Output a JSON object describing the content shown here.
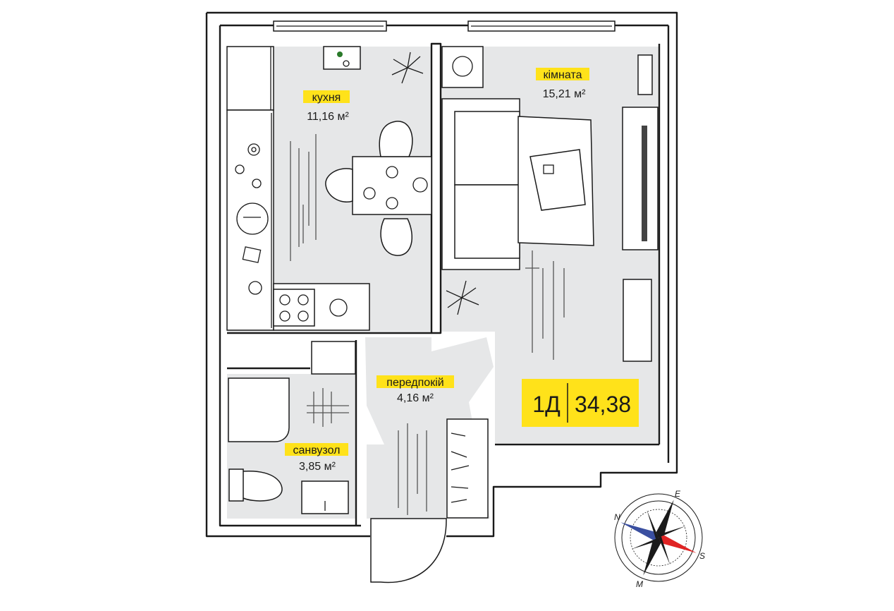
{
  "rooms": {
    "kitchen": {
      "label": "кухня",
      "area": "11,16 м²"
    },
    "living": {
      "label": "кімната",
      "area": "15,21 м²"
    },
    "hall": {
      "label": "передпокій",
      "area": "4,16 м²"
    },
    "bathroom": {
      "label": "санвузол",
      "area": "3,85 м²"
    }
  },
  "apartment": {
    "type": "1Д",
    "total_area": "34,38"
  },
  "compass": {
    "north": "N",
    "east": "E",
    "south": "S",
    "west": "M"
  },
  "colors": {
    "highlight": "#ffe21a",
    "room_fill": "#e6e7e8",
    "wall": "#1a1a1a",
    "compass_north": "#3a4fa0",
    "compass_south": "#e02424"
  }
}
